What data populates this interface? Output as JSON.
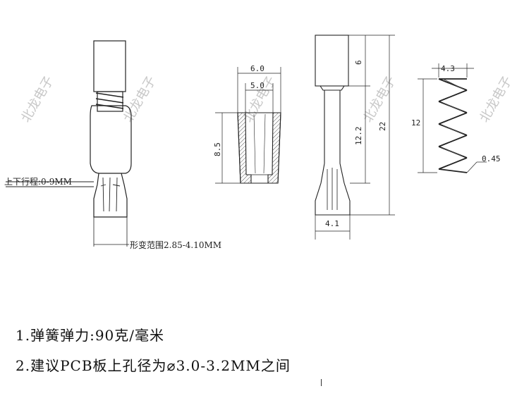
{
  "watermark": "北龙电子",
  "pin_view": {
    "travel_label": "上下行程:0-9MM",
    "deform_label": "形变范围2.85-4.10MM"
  },
  "sleeve_view": {
    "outer_dia": "6.0",
    "inner_dia": "5.0",
    "height": "8.5"
  },
  "assembly_view": {
    "top_len": "6",
    "mid_len": "12.2",
    "total_len": "22",
    "base_width": "4.1"
  },
  "spring_view": {
    "diameter": "4.3",
    "length": "12",
    "wire": "0.45"
  },
  "notes": [
    "1.弹簧弹力:90克/毫米",
    "2.建议PCB板上孔径为⌀3.0-3.2MM之间"
  ],
  "colors": {
    "line": "#222222",
    "hatch": "#666666",
    "watermark": "#c8c8c8"
  }
}
